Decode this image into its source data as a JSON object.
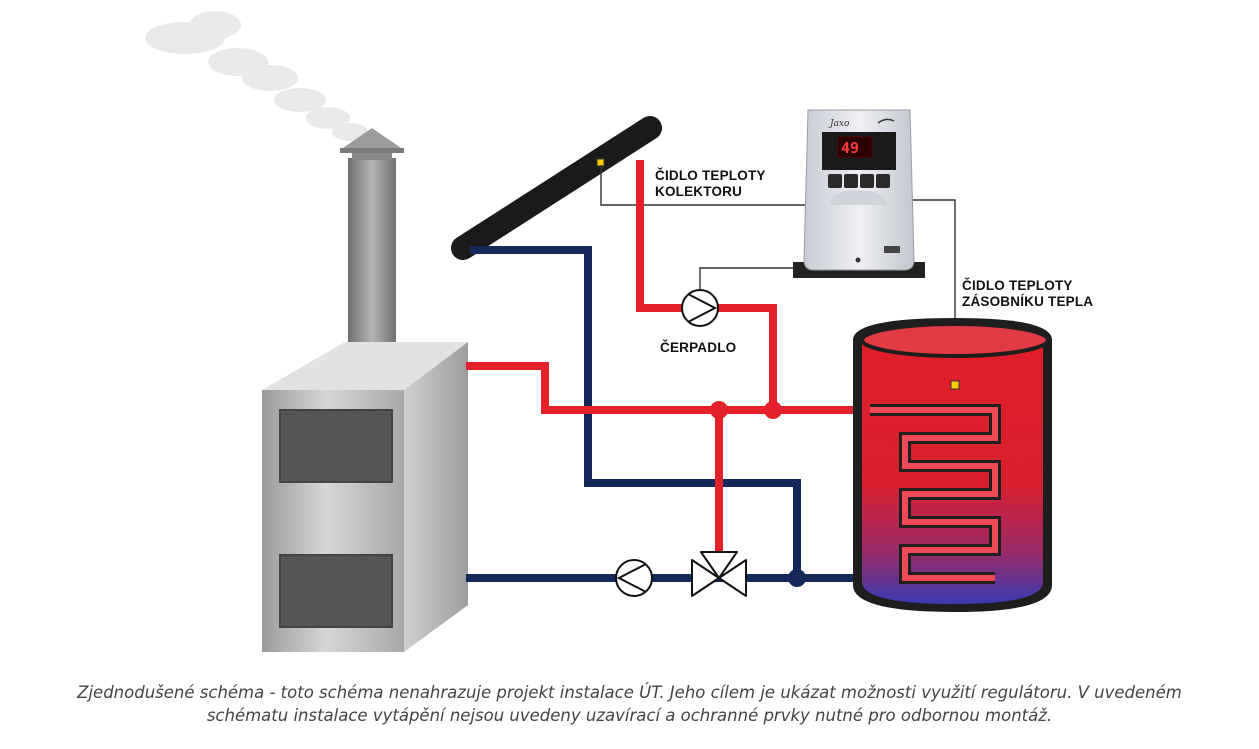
{
  "labels": {
    "collector_sensor_line1": "ČIDLO TEPLOTY",
    "collector_sensor_line2": "KOLEKTORU",
    "tank_sensor_line1": "ČIDLO TEPLOTY",
    "tank_sensor_line2": "ZÁSOBNÍKU TEPLA",
    "pump": "ČERPADLO"
  },
  "controller": {
    "display_value": "49",
    "brand": "Jaxo"
  },
  "caption": {
    "line1": "Zjednodušené schéma - toto schéma nenahrazuje projekt instalace ÚT. Jeho cílem je ukázat možnosti využití regulátoru. V uvedeném",
    "line2": "schématu instalace vytápění nejsou uvedeny uzavírací a ochranné prvky nutné pro odbornou montáž."
  },
  "colors": {
    "hot_pipe": "#e4202a",
    "cold_pipe": "#15285a",
    "tank_red": "#e11e2a",
    "tank_blue": "#3a3ab0"
  }
}
